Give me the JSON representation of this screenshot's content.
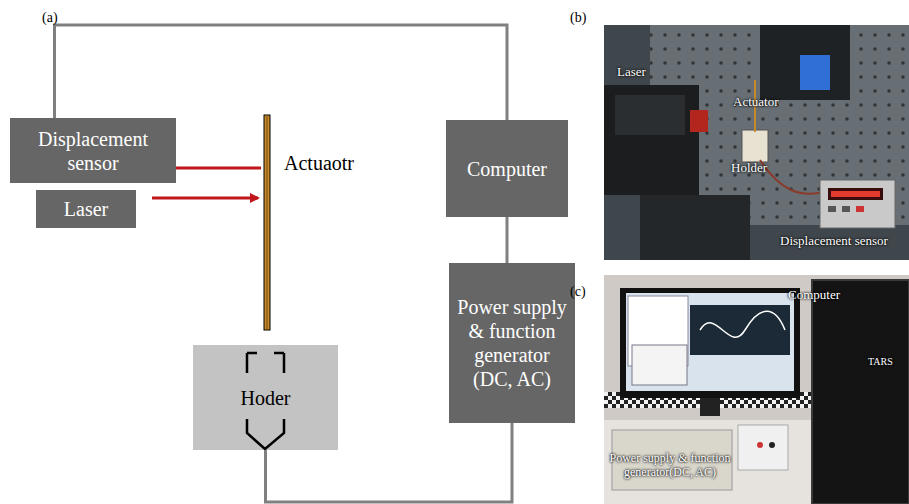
{
  "diagram": {
    "nodes": [
      {
        "text": [
          "Displacement sensor"
        ]
      },
      {
        "text": [
          "Laser"
        ]
      },
      {
        "text": [
          "Computer"
        ]
      },
      {
        "text": [
          "Power supply & function generator (DC, AC)"
        ]
      },
      {
        "text": [
          "Hoder"
        ]
      }
    ],
    "edges": [
      {
        "from": 0,
        "to": 2,
        "arrow": "none"
      },
      {
        "from": 2,
        "to": 3,
        "arrow": "none"
      },
      {
        "from": 4,
        "to": 3,
        "arrow": "none"
      }
    ],
    "labels": [
      "(a)",
      "Actuaotr",
      "(b)",
      "Laser",
      "Actuator",
      "Holder",
      "Displacement sensor",
      "(c)",
      "Computer",
      "TARS",
      "Power supply & function generator(DC, AC)"
    ]
  }
}
